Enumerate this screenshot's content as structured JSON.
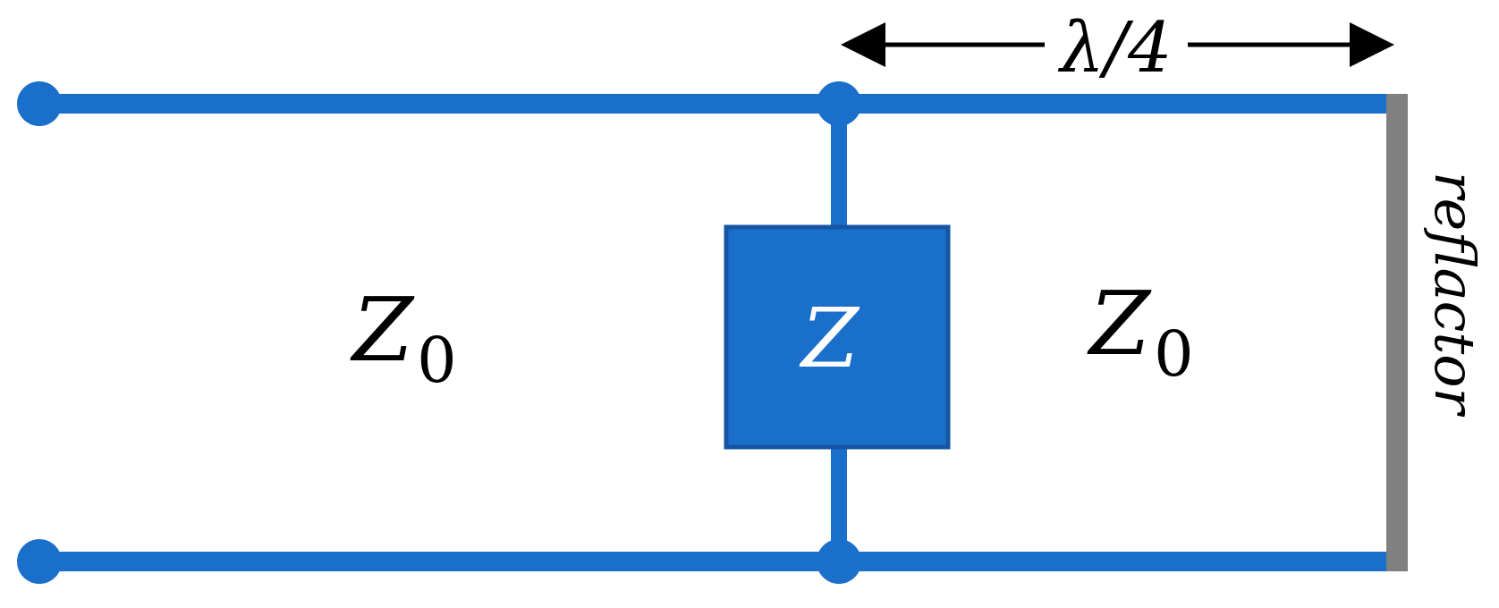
{
  "diagram": {
    "left_impedance": {
      "base": "Z",
      "subscript": "0"
    },
    "right_impedance": {
      "base": "Z",
      "subscript": "0"
    },
    "load_label": "Z",
    "length_label": "λ/4",
    "reflector_label": "reflactor"
  },
  "colors": {
    "line": "#1a6fcb",
    "load_fill": "#1a6fcb",
    "load_border": "#1655a3",
    "load_text": "#ffffff",
    "reflector": "#808080",
    "text": "#000000"
  }
}
